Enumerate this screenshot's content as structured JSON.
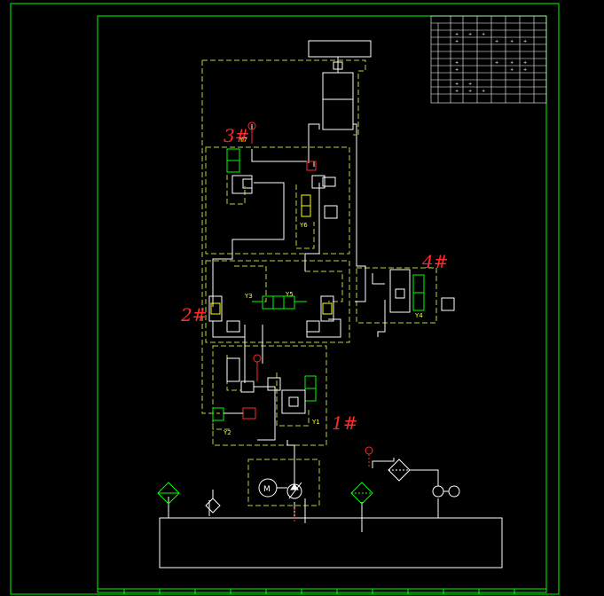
{
  "colors": {
    "background": "#000000",
    "frame": "#00ff00",
    "pipe": "#ffffff",
    "dash_box": "#b5d639",
    "solenoid": "#00ff00",
    "valve_red": "#ff2a2a",
    "label_red": "#ff2a2a",
    "label_yellow": "#ffff00"
  },
  "zones": {
    "z1": "1#",
    "z2": "2#",
    "z3": "3#",
    "z4": "4#"
  },
  "solenoids": {
    "y1": "Y1",
    "y2": "Y2",
    "y3": "Y3",
    "y4": "Y4",
    "y5": "Y5",
    "y6": "Y6",
    "y7": "Y7"
  },
  "motor_symbol": "M"
}
